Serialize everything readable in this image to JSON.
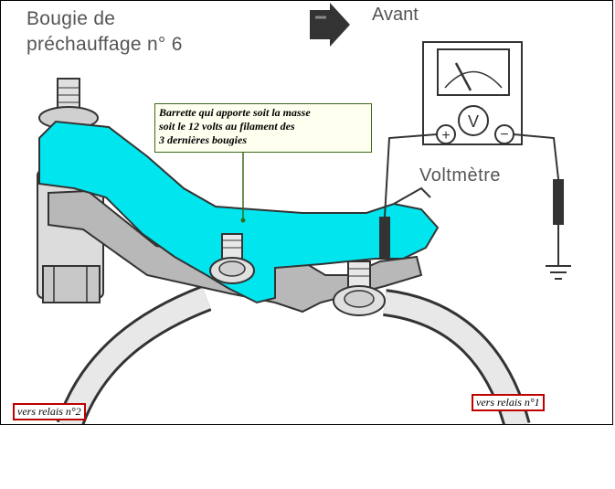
{
  "title_lines": [
    "Bougie de",
    "préchauffage n° 6"
  ],
  "direction_label": "Avant",
  "meter_label": "Voltmètre",
  "meter_symbol": "V",
  "meter_plus": "+",
  "meter_minus": "−",
  "callout_lines": [
    "Barrette qui apporte soit la masse",
    "soit le 12 volts  au filament des",
    "3 dernières bougies"
  ],
  "relay2_label": "vers relais n°2",
  "relay1_label": "vers relais n°1",
  "colors": {
    "bar": "#00e5ee",
    "metal": "#b8b8b8",
    "ink": "#333333",
    "callout_border": "#3a6a1a",
    "tag_border": "#c00000"
  }
}
